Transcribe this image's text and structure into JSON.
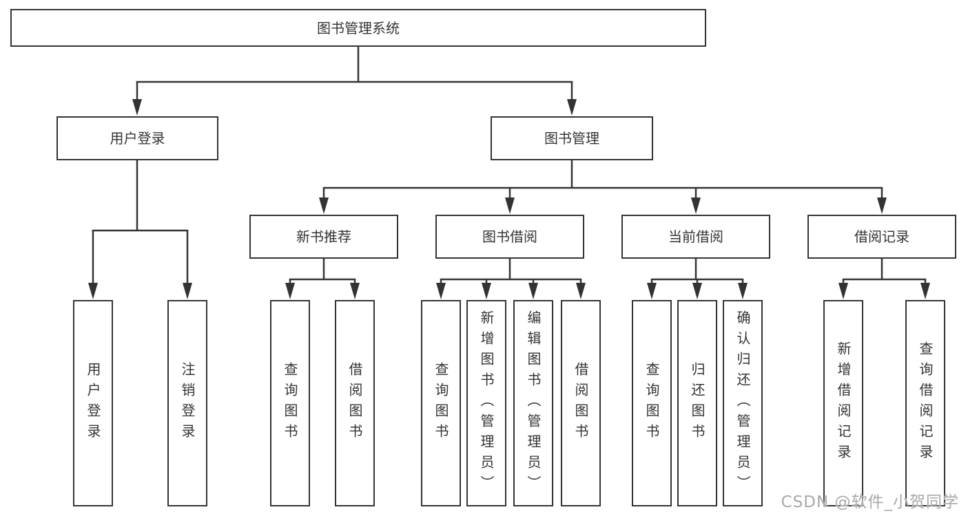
{
  "diagram": {
    "root": {
      "label": "图书管理系统"
    },
    "branches": [
      {
        "label": "用户登录",
        "children": [
          {
            "label": "用户登录"
          },
          {
            "label": "注销登录"
          }
        ]
      },
      {
        "label": "图书管理",
        "children": [
          {
            "label": "新书推荐",
            "children": [
              {
                "label": "查询图书"
              },
              {
                "label": "借阅图书"
              }
            ]
          },
          {
            "label": "图书借阅",
            "children": [
              {
                "label": "查询图书"
              },
              {
                "label": "新增图书（管理员）"
              },
              {
                "label": "编辑图书（管理员）"
              },
              {
                "label": "借阅图书"
              }
            ]
          },
          {
            "label": "当前借阅",
            "children": [
              {
                "label": "查询图书"
              },
              {
                "label": "归还图书"
              },
              {
                "label": "确认归还（管理员）"
              }
            ]
          },
          {
            "label": "借阅记录",
            "children": [
              {
                "label": "新增借阅记录"
              },
              {
                "label": "查询借阅记录"
              }
            ]
          }
        ]
      }
    ]
  },
  "watermark": {
    "text": "CSDN @软件_小贺同学"
  },
  "colors": {
    "line": "#333333",
    "text": "#333333",
    "box_background": "#ffffff",
    "page_background": "#ffffff",
    "watermark": "#a8a8a8"
  }
}
